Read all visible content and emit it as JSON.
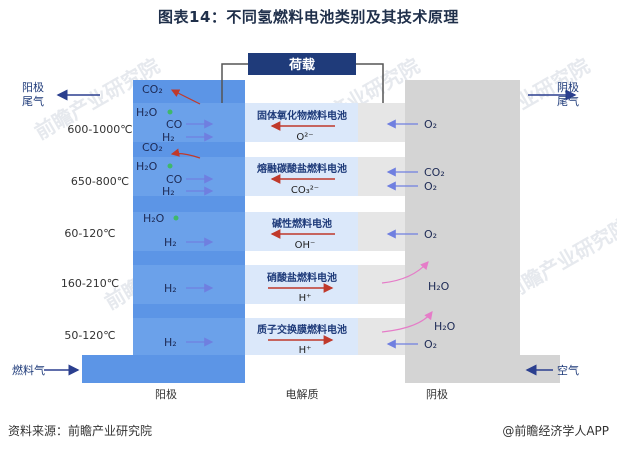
{
  "title": "图表14：不同氢燃料电池类别及其技术原理",
  "load_label": "荷载",
  "anode_exhaust": [
    "阳极",
    "尾气"
  ],
  "cathode_exhaust": [
    "阴极",
    "尾气"
  ],
  "fuel_label": "燃料气",
  "air_label": "空气",
  "anode_label": "阳极",
  "electrolyte_label": "电解质",
  "cathode_label": "阴极",
  "rows": [
    {
      "temp": "600-1000℃",
      "name": "固体氧化物燃料电池",
      "ion": "O²⁻"
    },
    {
      "temp": "650-800℃",
      "name": "熔融碳酸盐燃料电池",
      "ion": "CO₃²⁻"
    },
    {
      "temp": "60-120℃",
      "name": "碱性燃料电池",
      "ion": "OH⁻"
    },
    {
      "temp": "160-210℃",
      "name": "硝酸盐燃料电池",
      "ion": "H⁺"
    },
    {
      "temp": "50-120℃",
      "name": "质子交换膜燃料电池",
      "ion": "H⁺"
    }
  ],
  "species": {
    "co2": "CO₂",
    "h2o": "H₂O",
    "co": "CO",
    "h2": "H₂",
    "o2": "O₂"
  },
  "watermark": "前瞻产业研究院",
  "source": "资料来源：前瞻产业研究院",
  "brand": "@前瞻经济学人APP",
  "colors": {
    "anode": "#5c95e6",
    "anode_light": "#c5dcf6",
    "electrolyte": "#dbe8fa",
    "cathode": "#d4d4d4",
    "load_box": "#1f3b7a",
    "arrow_dark": "#2b3f8f",
    "arrow_red": "#c0392b",
    "arrow_pink": "#e57cc8"
  }
}
